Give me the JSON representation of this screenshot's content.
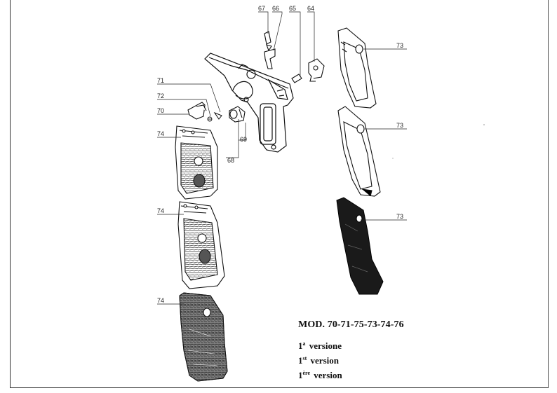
{
  "diagram": {
    "part_labels": {
      "p67": "67",
      "p66": "66",
      "p65": "65",
      "p64": "64",
      "p71": "71",
      "p72": "72",
      "p70": "70",
      "p68": "68",
      "p69": "69",
      "p74a": "74",
      "p74b": "74",
      "p74c": "74",
      "p73a": "73",
      "p73b": "73",
      "p73c": "73"
    }
  },
  "caption": {
    "model": "MOD. 70-71-75-73-74-76",
    "versions": [
      {
        "num": "1",
        "sup": "a",
        "text": "versione"
      },
      {
        "num": "1",
        "sup": "st",
        "text": "version"
      },
      {
        "num": "1",
        "sup": "ère",
        "text": "version"
      }
    ]
  }
}
